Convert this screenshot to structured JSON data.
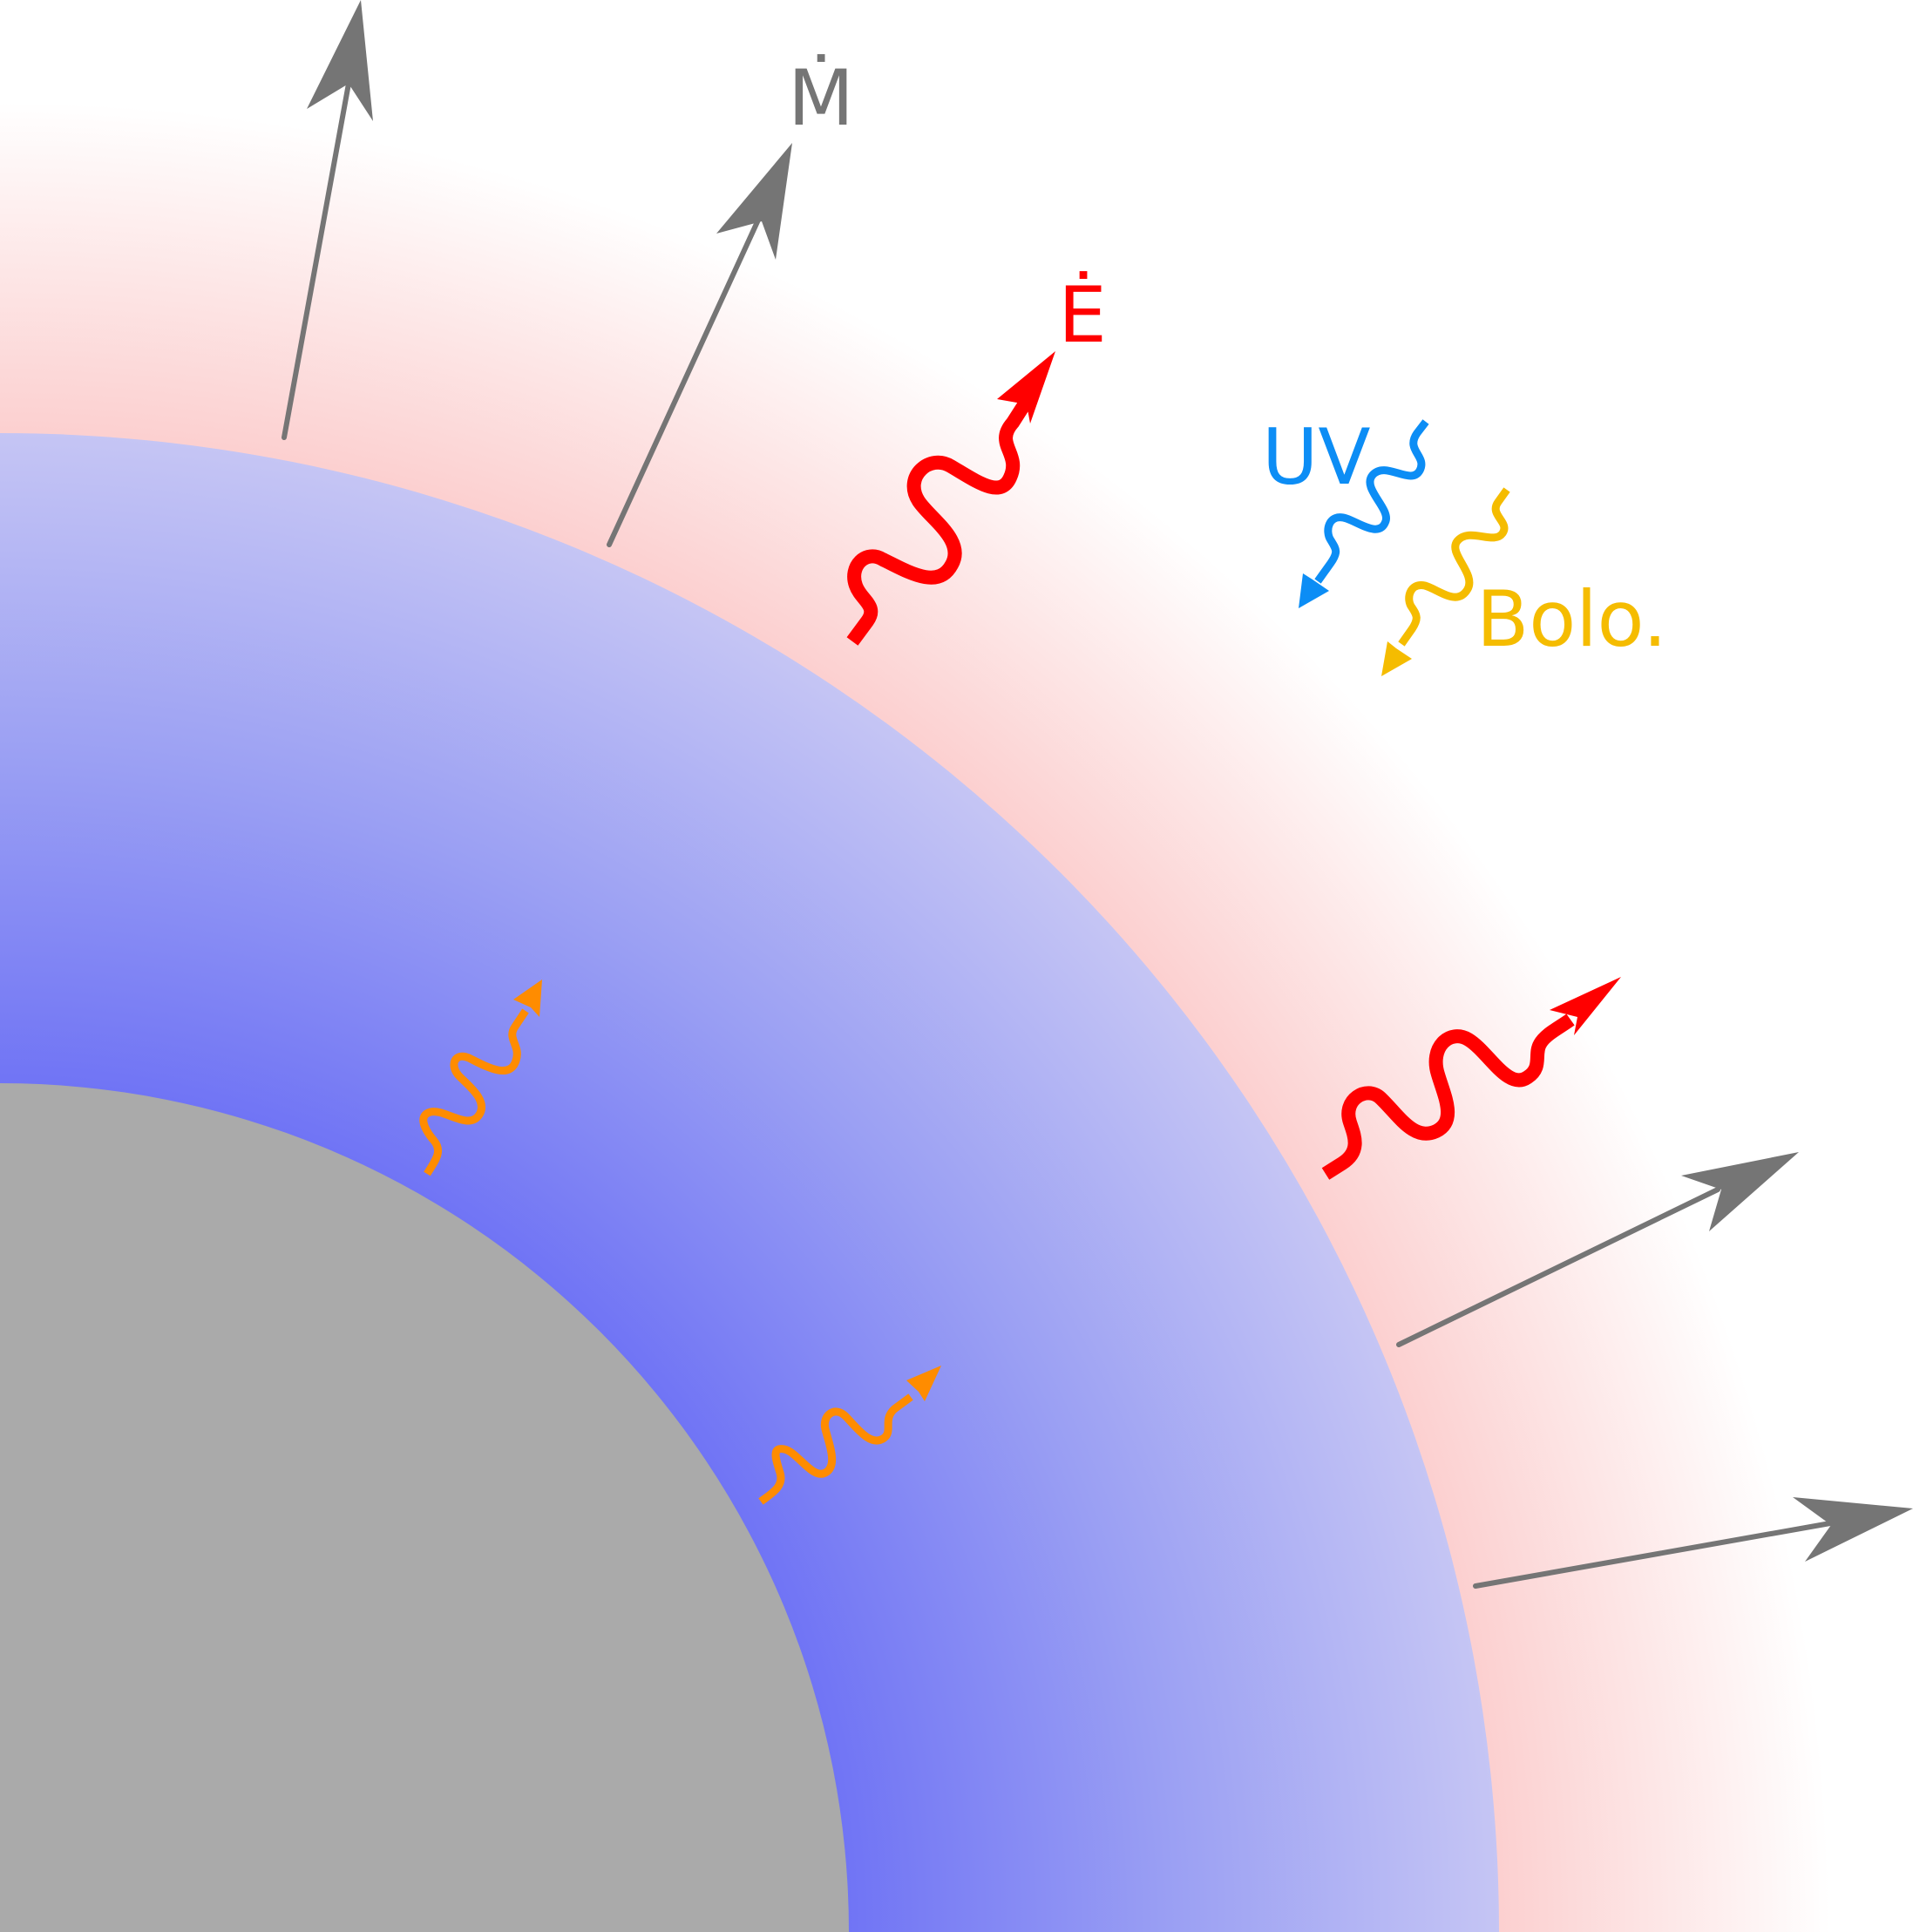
{
  "labels": {
    "mass_loss": "Ṁ",
    "energy": "Ė",
    "uv": "UV",
    "bolo": "Bolo."
  },
  "colors": {
    "core": "#aaaaaa",
    "envelope_inner": "#6d71f5",
    "envelope_outer": "#c5c5f4",
    "atmosphere": "#fcd0d0",
    "background": "#ffffff",
    "mass_arrow": "#757575",
    "energy_wave": "#ff0000",
    "internal_wave": "#ff8c00",
    "uv": "#0c8df5",
    "bolo": "#f5bc00"
  },
  "icons": {
    "mass_arrow": "straight-arrow-icon",
    "energy_wave": "wavy-arrow-icon"
  }
}
